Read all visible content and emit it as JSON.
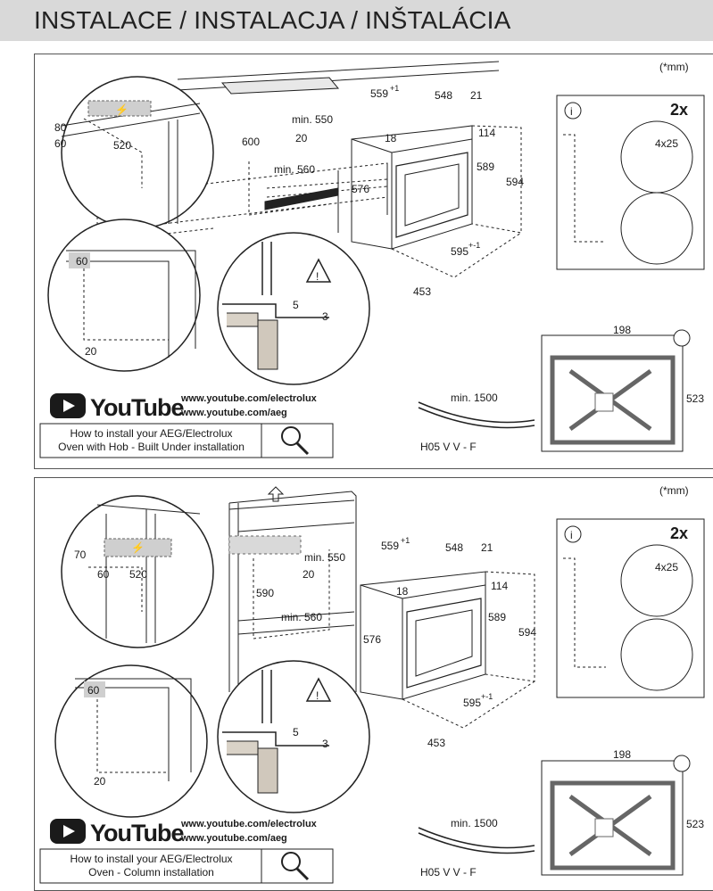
{
  "header": {
    "title": "INSTALACE / INSTALACJA / INŠTALÁCIA"
  },
  "common": {
    "unit_note": "(*mm)",
    "qty": "2x",
    "screw": "4x25",
    "youtube": "YouTube",
    "url_1": "www.youtube.com/electrolux",
    "url_2": "www.youtube.com/aeg",
    "cable_len": "min. 1500",
    "cable_type": "H05 V V - F",
    "oven": {
      "d559": "559",
      "d559_sup": "+1",
      "d548": "548",
      "d21": "21",
      "d18": "18",
      "d114": "114",
      "d576": "576",
      "d589": "589",
      "d594": "594",
      "d595": "595",
      "d595_sup": "+-1",
      "d453": "453"
    },
    "detail": {
      "d5": "5",
      "d3": "3",
      "d60": "60",
      "d20": "20"
    },
    "back": {
      "d198": "198",
      "d523": "523"
    }
  },
  "panel1": {
    "d80": "80",
    "d60": "60",
    "d520": "520",
    "d600": "600",
    "min550": "min. 550",
    "d20": "20",
    "min560": "min. 560",
    "howto_1": "How to install your AEG/Electrolux",
    "howto_2": "Oven with Hob - Built Under installation"
  },
  "panel2": {
    "d70": "70",
    "d60": "60",
    "d520": "520",
    "d590": "590",
    "min550": "min. 550",
    "d20": "20",
    "min560": "min. 560",
    "howto_1": "How to install your AEG/Electrolux",
    "howto_2": "Oven - Column installation"
  }
}
